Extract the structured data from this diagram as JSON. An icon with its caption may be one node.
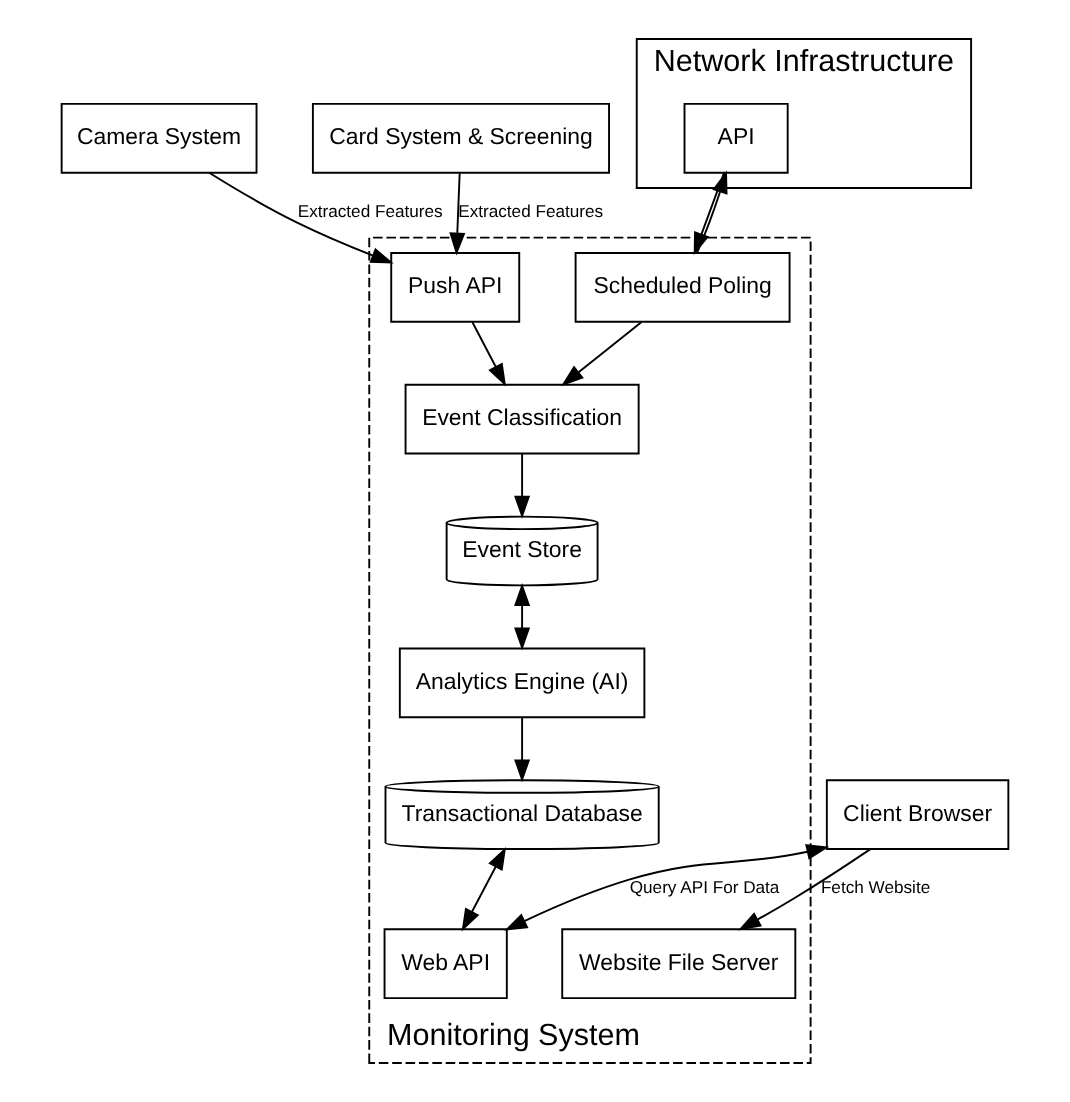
{
  "diagram": {
    "nodes": [
      {
        "text": [
          "Camera System"
        ]
      },
      {
        "text": [
          "Card System & Screening"
        ]
      },
      {
        "text": [
          "Network Infrastructure"
        ]
      },
      {
        "text": [
          "API"
        ],
        "in": 2
      },
      {
        "text": [
          "Monitoring System"
        ]
      },
      {
        "text": [
          "Push API"
        ],
        "in": 4
      },
      {
        "text": [
          "Scheduled Poling"
        ],
        "in": 4
      },
      {
        "text": [
          "Event Classification"
        ],
        "in": 4
      },
      {
        "text": [
          "Event Store"
        ],
        "in": 4
      },
      {
        "text": [
          "Website File Server"
        ],
        "in": 4
      },
      {
        "text": [
          "Web API"
        ],
        "in": 4
      },
      {
        "text": [
          "Analytics Engine (AI)"
        ],
        "in": 4
      },
      {
        "text": [
          "Transactional Database"
        ],
        "in": 4
      },
      {
        "text": [
          "Client Browser"
        ]
      }
    ],
    "edges": [
      {
        "from": 0,
        "to": 5,
        "arrow": "to",
        "label": "Extracted Features"
      },
      {
        "from": 1,
        "to": 5,
        "arrow": "to",
        "label": "Extracted Features"
      },
      {
        "from": 6,
        "to": 3,
        "arrow": "to"
      },
      {
        "from": 3,
        "to": 6,
        "arrow": "to"
      },
      {
        "from": 5,
        "to": 7,
        "arrow": "to"
      },
      {
        "from": 6,
        "to": 7,
        "arrow": "to"
      },
      {
        "from": 7,
        "to": 8,
        "arrow": "to"
      },
      {
        "from": 13,
        "to": 9,
        "arrow": "to",
        "label": "Fetch Website"
      },
      {
        "from": 13,
        "to": 10,
        "arrow": "both",
        "label": "Query API For Data"
      },
      {
        "from": 8,
        "to": 11,
        "arrow": "both"
      },
      {
        "from": 11,
        "to": 12,
        "arrow": "to"
      },
      {
        "from": 12,
        "to": 10,
        "arrow": "both"
      }
    ]
  }
}
